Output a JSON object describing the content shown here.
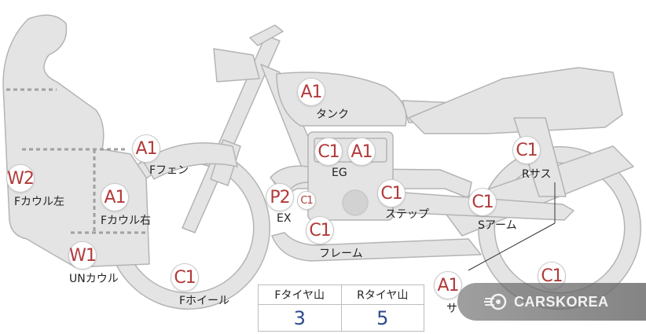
{
  "badges": {
    "tank": "A1",
    "engine_left": "C1",
    "engine_right": "A1",
    "front_fender": "A1",
    "right_cowl": "A1",
    "left_cowl": "W2",
    "under_cowl": "W1",
    "front_wheel": "C1",
    "exhaust": "P2",
    "exhaust_small": "C1",
    "frame": "C1",
    "step": "C1",
    "swingarm": "C1",
    "rear_suspension": "C1",
    "rear_bottom": "A1",
    "rear_wheel": "C1"
  },
  "parts": {
    "tank": "タンク",
    "engine": "EG",
    "front_fender": "Fフェン",
    "left_cowl": "Fカウル左",
    "right_cowl": "Fカウル右",
    "under_cowl": "UNカウル",
    "front_wheel": "Fホイール",
    "exhaust": "EX",
    "frame": "フレーム",
    "step": "ステップ",
    "swingarm": "Sアーム",
    "rear_suspension": "Rサス",
    "rear_partial": "サ"
  },
  "score_table": {
    "front_tire_label": "Fタイヤ山",
    "rear_tire_label": "Rタイヤ山",
    "front_tire_value": "3",
    "rear_tire_value": "5"
  },
  "watermark": {
    "text": "CARSKOREA"
  },
  "colors": {
    "badge_text": "#b23a3a",
    "score_value": "#2c4a8a",
    "bike_fill": "#e4e4e4",
    "bike_stroke": "#b4b4b4"
  }
}
